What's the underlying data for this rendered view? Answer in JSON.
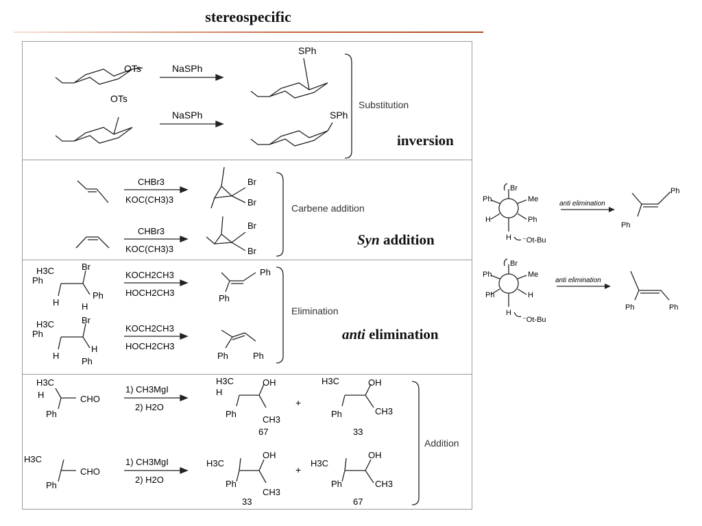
{
  "title": "stereospecific",
  "panels": {
    "substitution": {
      "reagent_top": "NaSPh",
      "reagent_bottom": "NaSPh",
      "sm_top_group": "OTs",
      "sm_bottom_group": "OTs",
      "prod_top_group": "SPh",
      "prod_bottom_group": "SPh",
      "label": "Substitution",
      "outcome": "inversion"
    },
    "carbene": {
      "reagent1_top": "CHBr3",
      "reagent1_bottom": "KOC(CH3)3",
      "reagent2_top": "CHBr3",
      "reagent2_bottom": "KOC(CH3)3",
      "br": "Br",
      "label": "Carbene addition",
      "outcome_italic": "Syn",
      "outcome_rest": " addition"
    },
    "elimination": {
      "reagent_top": "KOCH2CH3",
      "reagent_bottom": "HOCH2CH3",
      "h3c": "H3C",
      "ph": "Ph",
      "br": "Br",
      "h": "H",
      "label": "Elimination",
      "outcome_italic": "anti",
      "outcome_rest": " elimination"
    },
    "addition": {
      "reagent_top": "1) CH3MgI",
      "reagent_bottom": "2) H2O",
      "cho": "CHO",
      "oh": "OH",
      "ch3": "CH3",
      "h3c": "H3C",
      "h": "H",
      "ph": "Ph",
      "plus": "+",
      "yield_top_major": "67",
      "yield_top_minor": "33",
      "yield_bottom_first": "33",
      "yield_bottom_second": "67",
      "label": "Addition"
    }
  },
  "newman": {
    "top": {
      "br": "Br",
      "ph_left": "Ph",
      "me": "Me",
      "h_left": "H",
      "ph_right": "Ph",
      "h_bottom": "H",
      "base": "⁻Ot-Bu",
      "arrow_label": "anti elimination",
      "prod_ph_top": "Ph",
      "prod_ph_bottom": "Ph"
    },
    "bottom": {
      "br": "Br",
      "ph_left": "Ph",
      "me": "Me",
      "ph_left2": "Ph",
      "h_right": "H",
      "h_bottom": "H",
      "base": "⁻Ot-Bu",
      "arrow_label": "anti elimination",
      "prod_ph_left": "Ph",
      "prod_ph_right": "Ph"
    }
  }
}
